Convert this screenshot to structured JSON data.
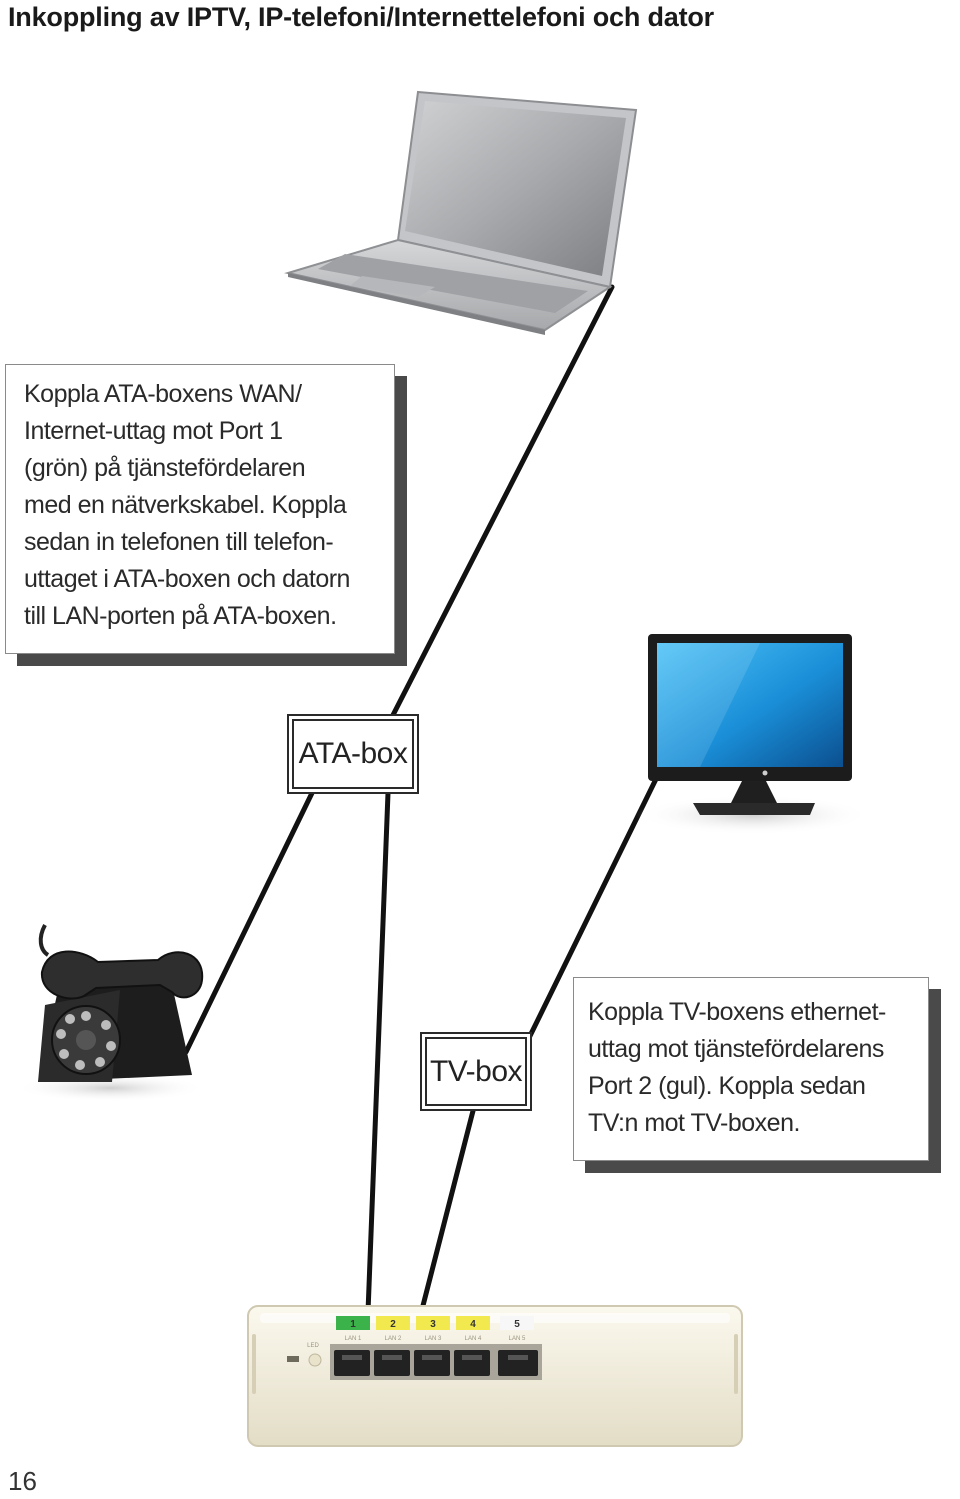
{
  "page": {
    "title": "Inkoppling av IPTV, IP-telefoni/Internettelefoni och dator",
    "page_number": "16"
  },
  "callouts": {
    "ata_instructions": {
      "lines": [
        "Koppla ATA-boxens WAN/",
        "Internet-uttag mot Port 1",
        "(grön) på tjänstefördelaren",
        "med en nätverkskabel. Koppla",
        "sedan in telefonen till telefon-",
        "uttaget i ATA-boxen och datorn",
        "till LAN-porten på ATA-boxen."
      ]
    },
    "tv_instructions": {
      "lines": [
        "Koppla TV-boxens ethernet-",
        "uttag mot tjänstefördelarens",
        "Port 2 (gul). Koppla sedan",
        "TV:n mot TV-boxen."
      ]
    }
  },
  "devices": {
    "ata_box_label": "ATA-box",
    "tv_box_label": "TV-box",
    "laptop_icon": "laptop-icon",
    "monitor_icon": "tv-monitor-icon",
    "phone_icon": "rotary-phone-icon",
    "switch_icon": "network-switch-icon"
  },
  "switch": {
    "led_label": "LED",
    "ports": [
      {
        "number": "1",
        "label": "LAN 1",
        "color": "#3cb34a"
      },
      {
        "number": "2",
        "label": "LAN 2",
        "color": "#f2e94e"
      },
      {
        "number": "3",
        "label": "LAN 3",
        "color": "#f2e94e"
      },
      {
        "number": "4",
        "label": "LAN 4",
        "color": "#f2e94e"
      },
      {
        "number": "5",
        "label": "LAN 5",
        "color": "#ffffff"
      }
    ]
  },
  "colors": {
    "cable": "#111111",
    "screen_blue": "#1a8fd8",
    "switch_body": "#f1ecd9"
  }
}
